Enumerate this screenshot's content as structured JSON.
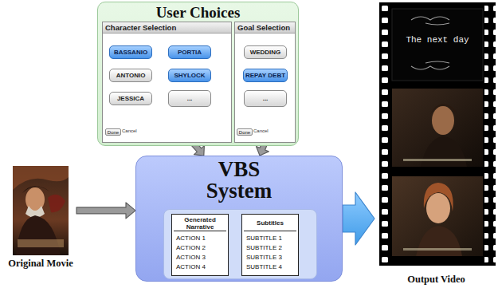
{
  "diagram": {
    "nodes": [
      {
        "text": [
          "User Choices"
        ]
      },
      {
        "text": [
          "Character Selection"
        ],
        "in": 0
      },
      {
        "text": [
          "BASSANIO"
        ],
        "in": 1
      },
      {
        "text": [
          "PORTIA"
        ],
        "in": 1
      },
      {
        "text": [
          "ANTONIO"
        ],
        "in": 1
      },
      {
        "text": [
          "SHYLOCK"
        ],
        "in": 1
      },
      {
        "text": [
          "JESSICA"
        ],
        "in": 1
      },
      {
        "text": [
          "..."
        ],
        "in": 1
      },
      {
        "text": [
          "Done"
        ],
        "in": 1
      },
      {
        "text": [
          "Goal Selection"
        ],
        "in": 0
      },
      {
        "text": [
          "WEDDING"
        ],
        "in": 9
      },
      {
        "text": [
          "REPAY DEBT"
        ],
        "in": 9
      },
      {
        "text": [
          "..."
        ],
        "in": 9
      },
      {
        "text": [
          "Done"
        ],
        "in": 9
      },
      {
        "text": [
          "VBS System"
        ]
      },
      {
        "text": [
          "Generated Narrative",
          "ACTION 1",
          "ACTION 2",
          "ACTION 3",
          "ACTION 4"
        ],
        "in": 14
      },
      {
        "text": [
          "Subtitles",
          "SUBTITLE 1",
          "SUBTITLE 2",
          "SUBTITLE 3",
          "SUBTITLE 4"
        ],
        "in": 14
      },
      {
        "text": [
          "Original Movie"
        ]
      },
      {
        "text": [
          "Output Video"
        ]
      }
    ],
    "edges": [
      {
        "from": 1,
        "to": 14,
        "arrow": "to"
      },
      {
        "from": 9,
        "to": 14,
        "arrow": "to"
      },
      {
        "from": 17,
        "to": 14,
        "arrow": "to"
      },
      {
        "from": 14,
        "to": 18,
        "arrow": "to"
      }
    ],
    "labels": [
      "Cancel",
      "Cancel",
      "The next day"
    ]
  }
}
